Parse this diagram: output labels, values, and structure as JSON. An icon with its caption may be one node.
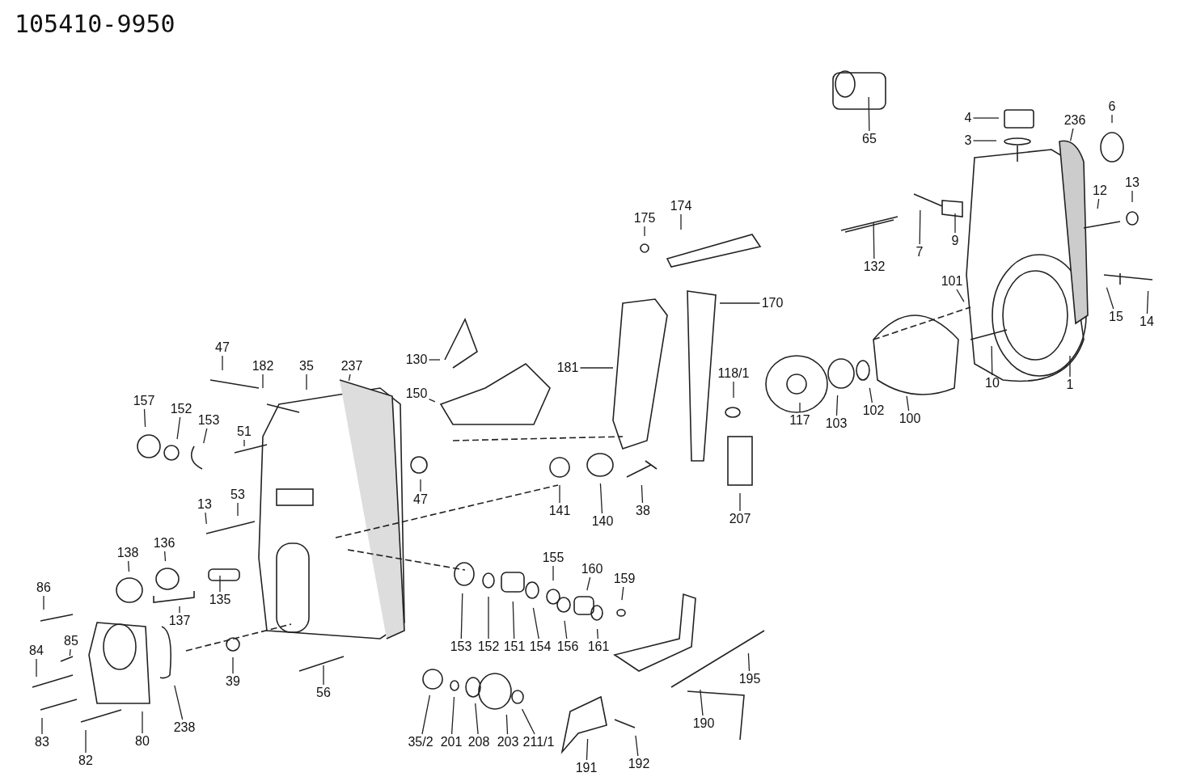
{
  "diagram": {
    "title": "105410-9950",
    "nodes": [
      {
        "text": [
          "65"
        ]
      },
      {
        "text": [
          "4"
        ]
      },
      {
        "text": [
          "6"
        ]
      },
      {
        "text": [
          "236"
        ]
      },
      {
        "text": [
          "3"
        ]
      },
      {
        "text": [
          "13"
        ]
      },
      {
        "text": [
          "12"
        ]
      },
      {
        "text": [
          "175"
        ]
      },
      {
        "text": [
          "174"
        ]
      },
      {
        "text": [
          "9"
        ]
      },
      {
        "text": [
          "7"
        ]
      },
      {
        "text": [
          "132"
        ]
      },
      {
        "text": [
          "101"
        ]
      },
      {
        "text": [
          "170"
        ]
      },
      {
        "text": [
          "15"
        ]
      },
      {
        "text": [
          "14"
        ]
      },
      {
        "text": [
          "130"
        ]
      },
      {
        "text": [
          "47"
        ]
      },
      {
        "text": [
          "182"
        ]
      },
      {
        "text": [
          "35"
        ]
      },
      {
        "text": [
          "237"
        ]
      },
      {
        "text": [
          "181"
        ]
      },
      {
        "text": [
          "118/1"
        ]
      },
      {
        "text": [
          "10"
        ]
      },
      {
        "text": [
          "1"
        ]
      },
      {
        "text": [
          "150"
        ]
      },
      {
        "text": [
          "157"
        ]
      },
      {
        "text": [
          "152"
        ]
      },
      {
        "text": [
          "102"
        ]
      },
      {
        "text": [
          "117"
        ]
      },
      {
        "text": [
          "100"
        ]
      },
      {
        "text": [
          "103"
        ]
      },
      {
        "text": [
          "153"
        ]
      },
      {
        "text": [
          "51"
        ]
      },
      {
        "text": [
          "53"
        ]
      },
      {
        "text": [
          "47"
        ]
      },
      {
        "text": [
          "13"
        ]
      },
      {
        "text": [
          "141"
        ]
      },
      {
        "text": [
          "38"
        ]
      },
      {
        "text": [
          "207"
        ]
      },
      {
        "text": [
          "140"
        ]
      },
      {
        "text": [
          "136"
        ]
      },
      {
        "text": [
          "138"
        ]
      },
      {
        "text": [
          "155"
        ]
      },
      {
        "text": [
          "160"
        ]
      },
      {
        "text": [
          "159"
        ]
      },
      {
        "text": [
          "86"
        ]
      },
      {
        "text": [
          "135"
        ]
      },
      {
        "text": [
          "153"
        ]
      },
      {
        "text": [
          "137"
        ]
      },
      {
        "text": [
          "152"
        ]
      },
      {
        "text": [
          "151"
        ]
      },
      {
        "text": [
          "154"
        ]
      },
      {
        "text": [
          "85"
        ]
      },
      {
        "text": [
          "156"
        ]
      },
      {
        "text": [
          "84"
        ]
      },
      {
        "text": [
          "161"
        ]
      },
      {
        "text": [
          "35/2"
        ]
      },
      {
        "text": [
          "195"
        ]
      },
      {
        "text": [
          "39"
        ]
      },
      {
        "text": [
          "56"
        ]
      },
      {
        "text": [
          "201"
        ]
      },
      {
        "text": [
          "208"
        ]
      },
      {
        "text": [
          "203"
        ]
      },
      {
        "text": [
          "190"
        ]
      },
      {
        "text": [
          "238"
        ]
      },
      {
        "text": [
          "211/1"
        ]
      },
      {
        "text": [
          "80"
        ]
      },
      {
        "text": [
          "83"
        ]
      },
      {
        "text": [
          "191"
        ]
      },
      {
        "text": [
          "192"
        ]
      },
      {
        "text": [
          "82"
        ]
      }
    ],
    "edges": [
      {
        "from": 0,
        "to": null,
        "arrow": "none"
      },
      {
        "from": 1,
        "to": null,
        "arrow": "none"
      },
      {
        "from": 2,
        "to": null,
        "arrow": "none"
      },
      {
        "from": 3,
        "to": null,
        "arrow": "none"
      },
      {
        "from": 4,
        "to": null,
        "arrow": "none"
      },
      {
        "from": 5,
        "to": null,
        "arrow": "none"
      },
      {
        "from": 6,
        "to": null,
        "arrow": "none"
      },
      {
        "from": 7,
        "to": null,
        "arrow": "none"
      },
      {
        "from": 8,
        "to": null,
        "arrow": "none"
      },
      {
        "from": 9,
        "to": null,
        "arrow": "none"
      },
      {
        "from": 10,
        "to": null,
        "arrow": "none"
      },
      {
        "from": 11,
        "to": null,
        "arrow": "none"
      },
      {
        "from": 12,
        "to": null,
        "arrow": "none"
      },
      {
        "from": 13,
        "to": null,
        "arrow": "none"
      },
      {
        "from": 14,
        "to": null,
        "arrow": "none"
      },
      {
        "from": 15,
        "to": null,
        "arrow": "none"
      },
      {
        "from": 16,
        "to": null,
        "arrow": "none"
      },
      {
        "from": 17,
        "to": null,
        "arrow": "none"
      },
      {
        "from": 18,
        "to": null,
        "arrow": "none"
      },
      {
        "from": 19,
        "to": null,
        "arrow": "none"
      },
      {
        "from": 20,
        "to": null,
        "arrow": "none"
      },
      {
        "from": 21,
        "to": null,
        "arrow": "none"
      },
      {
        "from": 22,
        "to": null,
        "arrow": "none"
      },
      {
        "from": 23,
        "to": null,
        "arrow": "none"
      },
      {
        "from": 24,
        "to": null,
        "arrow": "none"
      },
      {
        "from": 25,
        "to": null,
        "arrow": "none"
      },
      {
        "from": 26,
        "to": null,
        "arrow": "none"
      },
      {
        "from": 27,
        "to": null,
        "arrow": "none"
      },
      {
        "from": 28,
        "to": null,
        "arrow": "none"
      },
      {
        "from": 29,
        "to": null,
        "arrow": "none"
      },
      {
        "from": 30,
        "to": null,
        "arrow": "none"
      },
      {
        "from": 31,
        "to": null,
        "arrow": "none"
      },
      {
        "from": 32,
        "to": null,
        "arrow": "none"
      },
      {
        "from": 33,
        "to": null,
        "arrow": "none"
      },
      {
        "from": 34,
        "to": null,
        "arrow": "none"
      },
      {
        "from": 35,
        "to": null,
        "arrow": "none"
      },
      {
        "from": 36,
        "to": null,
        "arrow": "none"
      },
      {
        "from": 37,
        "to": null,
        "arrow": "none"
      },
      {
        "from": 38,
        "to": null,
        "arrow": "none"
      },
      {
        "from": 39,
        "to": null,
        "arrow": "none"
      },
      {
        "from": 40,
        "to": null,
        "arrow": "none"
      },
      {
        "from": 41,
        "to": null,
        "arrow": "none"
      },
      {
        "from": 42,
        "to": null,
        "arrow": "none"
      },
      {
        "from": 43,
        "to": null,
        "arrow": "none"
      },
      {
        "from": 44,
        "to": null,
        "arrow": "none"
      },
      {
        "from": 45,
        "to": null,
        "arrow": "none"
      },
      {
        "from": 46,
        "to": null,
        "arrow": "none"
      },
      {
        "from": 47,
        "to": null,
        "arrow": "none"
      },
      {
        "from": 48,
        "to": null,
        "arrow": "none"
      },
      {
        "from": 49,
        "to": null,
        "arrow": "none"
      },
      {
        "from": 50,
        "to": null,
        "arrow": "none"
      },
      {
        "from": 51,
        "to": null,
        "arrow": "none"
      },
      {
        "from": 52,
        "to": null,
        "arrow": "none"
      },
      {
        "from": 53,
        "to": null,
        "arrow": "none"
      },
      {
        "from": 54,
        "to": null,
        "arrow": "none"
      },
      {
        "from": 55,
        "to": null,
        "arrow": "none"
      },
      {
        "from": 56,
        "to": null,
        "arrow": "none"
      },
      {
        "from": 57,
        "to": null,
        "arrow": "none"
      },
      {
        "from": 58,
        "to": null,
        "arrow": "none"
      },
      {
        "from": 59,
        "to": null,
        "arrow": "none"
      },
      {
        "from": 60,
        "to": null,
        "arrow": "none"
      },
      {
        "from": 61,
        "to": null,
        "arrow": "none"
      },
      {
        "from": 62,
        "to": null,
        "arrow": "none"
      },
      {
        "from": 63,
        "to": null,
        "arrow": "none"
      },
      {
        "from": 64,
        "to": null,
        "arrow": "none"
      },
      {
        "from": 65,
        "to": null,
        "arrow": "none"
      },
      {
        "from": 66,
        "to": null,
        "arrow": "none"
      },
      {
        "from": 67,
        "to": null,
        "arrow": "none"
      },
      {
        "from": 68,
        "to": null,
        "arrow": "none"
      },
      {
        "from": 69,
        "to": null,
        "arrow": "none"
      },
      {
        "from": 70,
        "to": null,
        "arrow": "none"
      },
      {
        "from": 71,
        "to": null,
        "arrow": "none"
      }
    ]
  }
}
